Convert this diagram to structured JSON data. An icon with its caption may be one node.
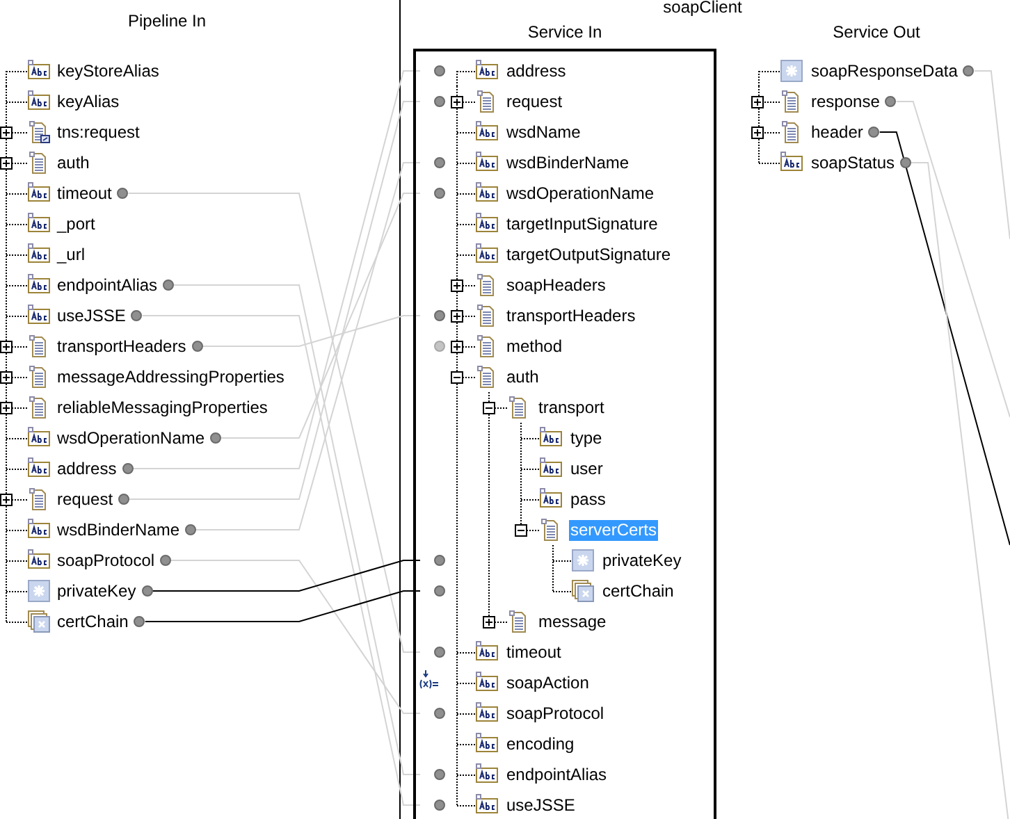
{
  "diagram": {
    "nodes": [
      {
        "text": [
          "keyStoreAlias"
        ]
      },
      {
        "text": [
          "keyAlias"
        ]
      },
      {
        "text": [
          "tns:request"
        ]
      },
      {
        "text": [
          "auth"
        ]
      },
      {
        "text": [
          "timeout"
        ]
      },
      {
        "text": [
          "_port"
        ]
      },
      {
        "text": [
          "_url"
        ]
      },
      {
        "text": [
          "endpointAlias"
        ]
      },
      {
        "text": [
          "useJSSE"
        ]
      },
      {
        "text": [
          "transportHeaders"
        ]
      },
      {
        "text": [
          "messageAddressingProperties"
        ]
      },
      {
        "text": [
          "reliableMessagingProperties"
        ]
      },
      {
        "text": [
          "wsdOperationName"
        ]
      },
      {
        "text": [
          "address"
        ]
      },
      {
        "text": [
          "request"
        ]
      },
      {
        "text": [
          "wsdBinderName"
        ]
      },
      {
        "text": [
          "soapProtocol"
        ]
      },
      {
        "text": [
          "privateKey"
        ]
      },
      {
        "text": [
          "certChain"
        ]
      },
      {
        "text": [
          "Service In"
        ]
      },
      {
        "text": [
          "address"
        ],
        "in": 19
      },
      {
        "text": [
          "request"
        ],
        "in": 19
      },
      {
        "text": [
          "wsdName"
        ],
        "in": 19
      },
      {
        "text": [
          "wsdBinderName"
        ],
        "in": 19
      },
      {
        "text": [
          "wsdOperationName"
        ],
        "in": 19
      },
      {
        "text": [
          "targetInputSignature"
        ],
        "in": 19
      },
      {
        "text": [
          "targetOutputSignature"
        ],
        "in": 19
      },
      {
        "text": [
          "soapHeaders"
        ],
        "in": 19
      },
      {
        "text": [
          "transportHeaders"
        ],
        "in": 19
      },
      {
        "text": [
          "method"
        ],
        "in": 19
      },
      {
        "text": [
          "auth"
        ],
        "in": 19
      },
      {
        "text": [
          "transport"
        ],
        "in": 19
      },
      {
        "text": [
          "type"
        ],
        "in": 19
      },
      {
        "text": [
          "user"
        ],
        "in": 19
      },
      {
        "text": [
          "pass"
        ],
        "in": 19
      },
      {
        "text": [
          "serverCerts"
        ],
        "in": 19
      },
      {
        "text": [
          "privateKey"
        ],
        "in": 19
      },
      {
        "text": [
          "certChain"
        ],
        "in": 19
      },
      {
        "text": [
          "message"
        ],
        "in": 19
      },
      {
        "text": [
          "timeout"
        ],
        "in": 19
      },
      {
        "text": [
          "soapAction"
        ],
        "in": 19
      },
      {
        "text": [
          "soapProtocol"
        ],
        "in": 19
      },
      {
        "text": [
          "encoding"
        ],
        "in": 19
      },
      {
        "text": [
          "endpointAlias"
        ],
        "in": 19
      },
      {
        "text": [
          "useJSSE"
        ],
        "in": 19
      },
      {
        "text": [
          "soapResponseData"
        ]
      },
      {
        "text": [
          "response"
        ]
      },
      {
        "text": [
          "header"
        ]
      },
      {
        "text": [
          "soapStatus"
        ]
      }
    ],
    "edges": [
      {
        "from": 4,
        "to": 39,
        "arrow": "none"
      },
      {
        "from": 7,
        "to": 43,
        "arrow": "none"
      },
      {
        "from": 8,
        "to": 44,
        "arrow": "none"
      },
      {
        "from": 9,
        "to": 28,
        "arrow": "none"
      },
      {
        "from": 12,
        "to": 24,
        "arrow": "none"
      },
      {
        "from": 13,
        "to": 20,
        "arrow": "none"
      },
      {
        "from": 14,
        "to": 21,
        "arrow": "none"
      },
      {
        "from": 15,
        "to": 23,
        "arrow": "none"
      },
      {
        "from": 16,
        "to": 41,
        "arrow": "none"
      },
      {
        "from": 17,
        "to": 36,
        "arrow": "none",
        "color": "#000000"
      },
      {
        "from": 18,
        "to": 37,
        "arrow": "none",
        "color": "#000000"
      },
      {
        "from": 45,
        "to": null,
        "arrow": "none"
      },
      {
        "from": 46,
        "to": null,
        "arrow": "none"
      },
      {
        "from": 47,
        "to": null,
        "arrow": "none",
        "color": "#000000"
      },
      {
        "from": 48,
        "to": null,
        "arrow": "none"
      }
    ],
    "labels": [
      "soapClient",
      "Pipeline In",
      "Service Out"
    ]
  }
}
